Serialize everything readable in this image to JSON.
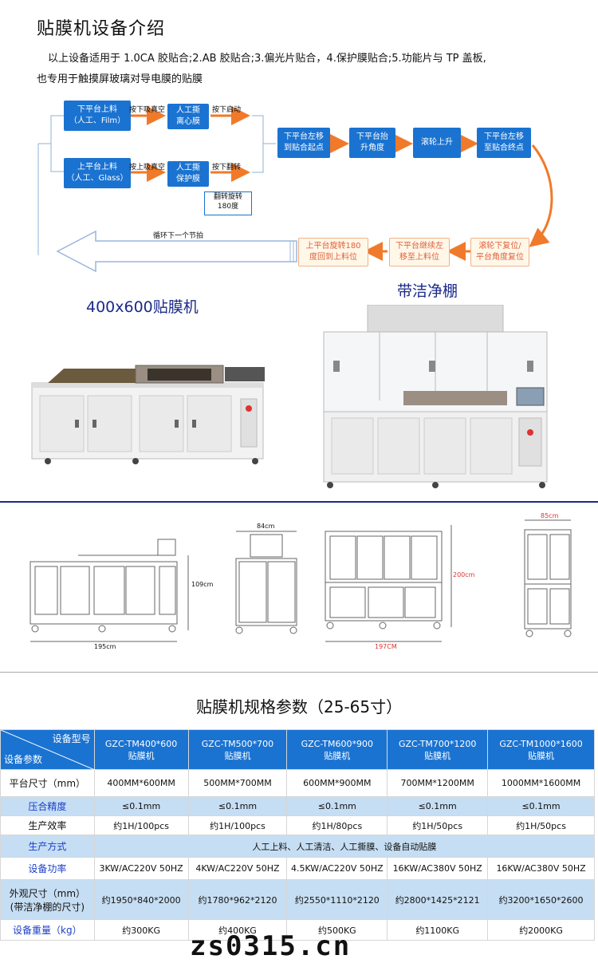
{
  "title": "贴膜机设备介绍",
  "intro": {
    "line1": "以上设备适用于 1.0CA 胶贴合;2.AB 胶贴合;3.偏光片贴合，4.保护膜贴合;5.功能片与 TP 盖板,",
    "line2": "也专用于触摸屏玻璃对导电膜的贴膜"
  },
  "flow": {
    "box_lower_load": "下平台上料\n（人工、Film）",
    "box_upper_load": "上平台上料\n（人工、Glass）",
    "box_peel_release": "人工撕\n离心膜",
    "box_peel_protect": "人工撕\n保护膜",
    "box_move_start": "下平台左移\n到贴合起点",
    "box_raise_angle": "下平台抬\n升角度",
    "box_roller_up": "滚轮上升",
    "box_move_end": "下平台左移\n至贴合终点",
    "box_roller_reset": "滚轮下复位/\n平台角度复位",
    "box_move_load": "下平台继续左\n移至上料位",
    "box_rotate_back": "上平台旋转180\n度回到上料位",
    "label_lower_vacuum": "按下吸真空",
    "label_upper_vacuum": "按上吸真空",
    "label_start": "按下启动",
    "label_flip": "按下翻转",
    "note_flip": "翻转旋转\n180度",
    "loop_label": "循环下一个节拍"
  },
  "machines": {
    "model_400": "400x600贴膜机",
    "clean_shed": "带洁净棚"
  },
  "drawings": {
    "d1_height": "109cm",
    "d1_width": "195cm",
    "d2_width": "84cm",
    "d3_height": "200cm",
    "d3_width": "197CM",
    "d4_width": "85cm"
  },
  "spec_title": "贴膜机规格参数（25-65寸）",
  "spec": {
    "corner_top": "设备型号",
    "corner_bottom": "设备参数",
    "models": [
      {
        "model": "GZC-TM400*600",
        "name": "贴膜机"
      },
      {
        "model": "GZC-TM500*700",
        "name": "贴膜机"
      },
      {
        "model": "GZC-TM600*900",
        "name": "贴膜机"
      },
      {
        "model": "GZC-TM700*1200",
        "name": "贴膜机"
      },
      {
        "model": "GZC-TM1000*1600",
        "name": "贴膜机"
      }
    ],
    "rows": [
      {
        "label": "平台尺寸（mm）",
        "values": [
          "400MM*600MM",
          "500MM*700MM",
          "600MM*900MM",
          "700MM*1200MM",
          "1000MM*1600MM"
        ]
      },
      {
        "label": "压合精度",
        "values": [
          "≤0.1mm",
          "≤0.1mm",
          "≤0.1mm",
          "≤0.1mm",
          "≤0.1mm"
        ]
      },
      {
        "label": "生产效率",
        "values": [
          "约1H/100pcs",
          "约1H/100pcs",
          "约1H/80pcs",
          "约1H/50pcs",
          "约1H/50pcs"
        ]
      },
      {
        "label": "生产方式",
        "merged": "人工上料、人工清洁、人工撕膜、设备自动贴膜"
      },
      {
        "label": "设备功率",
        "values": [
          "3KW/AC220V 50HZ",
          "4KW/AC220V 50HZ",
          "4.5KW/AC220V 50HZ",
          "16KW/AC380V 50HZ",
          "16KW/AC380V 50HZ"
        ]
      },
      {
        "label1": "外观尺寸（mm）",
        "label2": "(带洁净棚的尺寸)",
        "values": [
          "约1950*840*2000",
          "约1780*962*2120",
          "约2550*1110*2120",
          "约2800*1425*2121",
          "约3200*1650*2600"
        ]
      },
      {
        "label": "设备重量（kg）",
        "values": [
          "约300KG",
          "约400KG",
          "约500KG",
          "约1100KG",
          "约2000KG"
        ]
      }
    ]
  },
  "watermark": "zs0315.cn",
  "colors": {
    "accent": "#1a73d1",
    "orange": "#f07a2a",
    "navy": "#1b2a8a",
    "row_blue": "#c6def3"
  }
}
